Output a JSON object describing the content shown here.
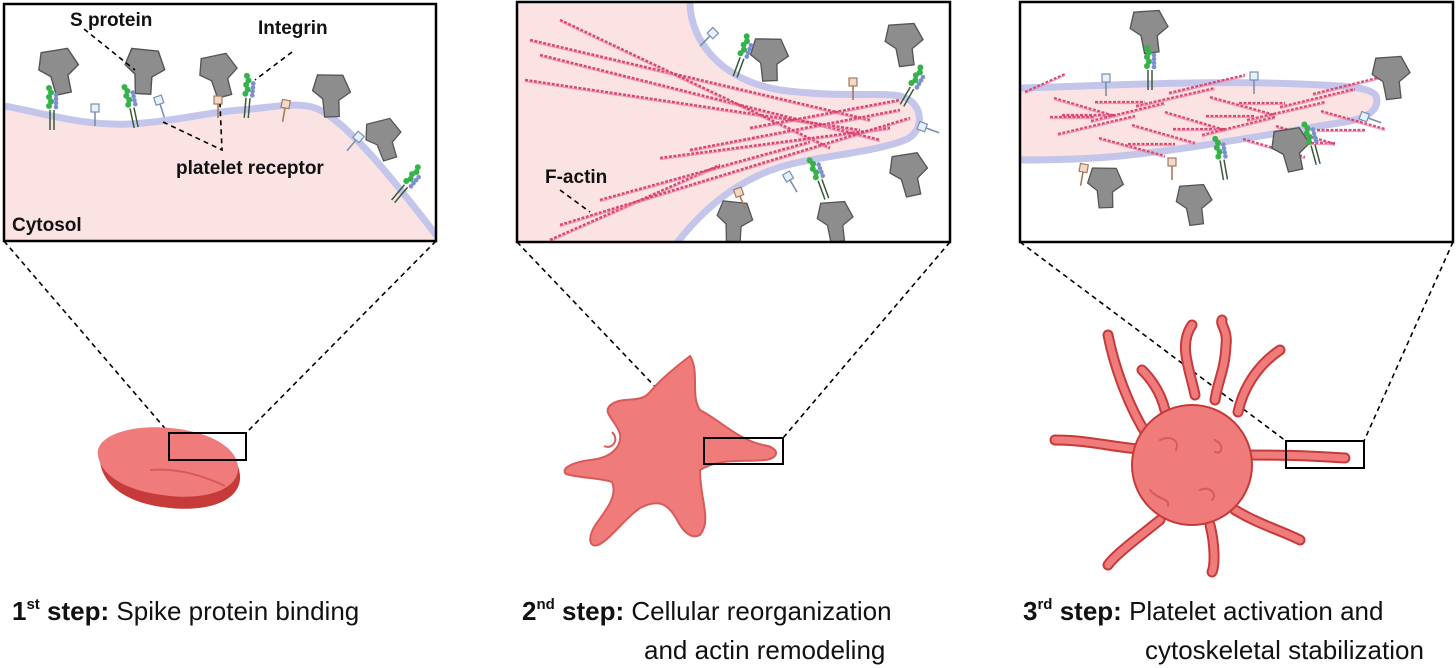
{
  "panels": [
    {
      "labels": {
        "s_protein": "S protein",
        "integrin": "Integrin",
        "platelet_receptor": "platelet receptor",
        "cytosol": "Cytosol"
      },
      "caption": {
        "num": "1",
        "suffix": "st",
        "step": "step:",
        "line1": "Spike protein binding",
        "line2": ""
      }
    },
    {
      "labels": {
        "f_actin": "F-actin"
      },
      "caption": {
        "num": "2",
        "suffix": "nd",
        "step": "step:",
        "line1": "Cellular reorganization",
        "line2": "and actin remodeling"
      }
    },
    {
      "labels": {},
      "caption": {
        "num": "3",
        "suffix": "rd",
        "step": "step:",
        "line1": "Platelet activation and",
        "line2": "cytoskeletal stabilization"
      }
    }
  ],
  "colors": {
    "cytosol_fill": "#fce3e3",
    "membrane": "#c3c6ea",
    "actin": "#d63f6f",
    "spike": "#8d8d8d",
    "platelet": "#ef7b7b",
    "platelet_edge": "#c73a3a",
    "integrin_green": "#35b34a",
    "integrin_blue": "#7c8fd0"
  }
}
